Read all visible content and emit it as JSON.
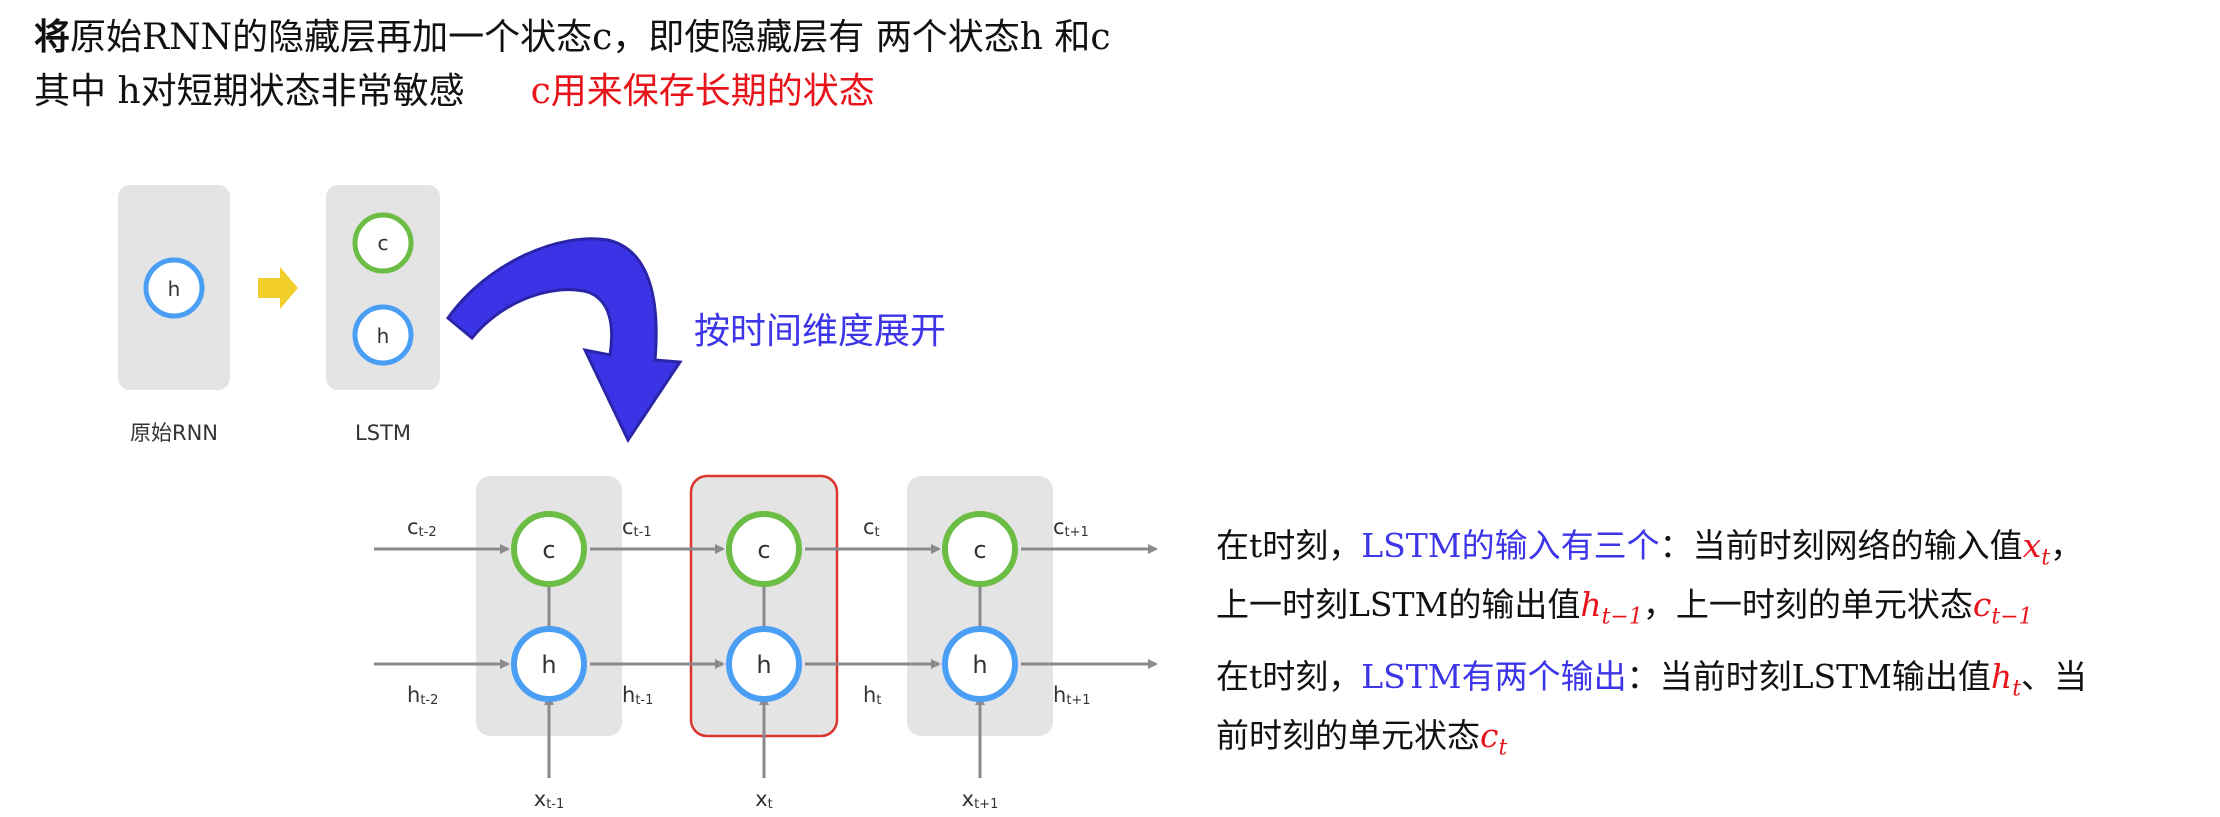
{
  "heading": {
    "line1_bold": "将",
    "line1_rest": "原始RNN的隐藏层再加一个状态c，即使隐藏层有 两个状态h 和c",
    "line2_black": "其中   h对短期状态非常敏感",
    "line2_red": "c用来保存长期的状态"
  },
  "top_diagram": {
    "rnn_label": "原始RNN",
    "lstm_label": "LSTM",
    "node_h": "h",
    "node_c": "c",
    "unfold_label": "按时间维度展开"
  },
  "unrolled": {
    "c_labels": [
      {
        "main": "c",
        "sub": "t-2"
      },
      {
        "main": "c",
        "sub": "t-1"
      },
      {
        "main": "c",
        "sub": "t"
      },
      {
        "main": "c",
        "sub": "t+1"
      }
    ],
    "h_labels": [
      {
        "main": "h",
        "sub": "t-2"
      },
      {
        "main": "h",
        "sub": "t-1"
      },
      {
        "main": "h",
        "sub": "t"
      },
      {
        "main": "h",
        "sub": "t+1"
      }
    ],
    "x_labels": [
      {
        "main": "x",
        "sub": "t-1"
      },
      {
        "main": "x",
        "sub": "t"
      },
      {
        "main": "x",
        "sub": "t+1"
      }
    ]
  },
  "description": {
    "p1": {
      "a": "在t时刻，",
      "b": "LSTM的输入有三个",
      "c": "：当前时刻网络的输入值",
      "x_main": "x",
      "x_sub": "t",
      "d": "，",
      "e": "上一时刻LSTM的输出值",
      "h_main": "h",
      "h_sub": "t−1",
      "f": "，上一时刻的单元状态",
      "c_main": "c",
      "c_sub": "t−1"
    },
    "p2": {
      "a": "在t时刻，",
      "b": "LSTM有两个输出",
      "c": "：当前时刻LSTM输出值",
      "h_main": "h",
      "h_sub": "t",
      "d": "、当",
      "e": "前时刻的单元状态",
      "c_main": "c",
      "c_sub": "t"
    }
  },
  "colors": {
    "green": "#6cbd45",
    "blue": "#4a9ff5",
    "panel": "#e4e4e4",
    "highlight": "#d9362f",
    "arrow_yellow": "#f3cf2c",
    "arrow_big": "#3a34e6",
    "red_text": "#e8141b"
  }
}
